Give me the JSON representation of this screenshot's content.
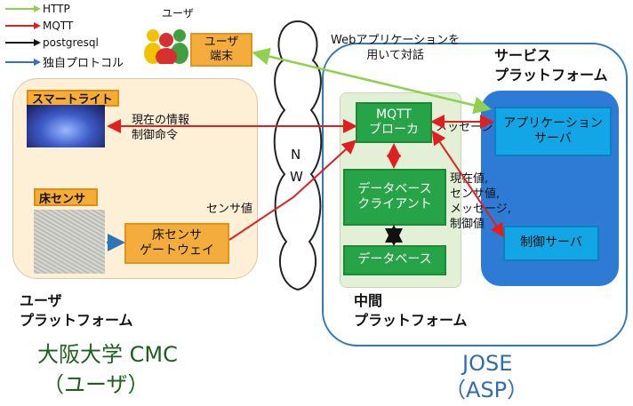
{
  "legend": [
    {
      "label": "HTTP",
      "color": "#8fd14f"
    },
    {
      "label": "MQTT",
      "color": "#e02020"
    },
    {
      "label": "postgresql",
      "color": "#111111"
    },
    {
      "label": "独自プロトコル",
      "color": "#2e75b6"
    }
  ],
  "user": {
    "title": "ユーザ",
    "terminal": "ユーザ\n端末"
  },
  "network": {
    "line1": "N",
    "line2": "W"
  },
  "web_dialog": "Webアプリケーションを\n用いて対話",
  "user_platform": {
    "smart_light": "スマートライト",
    "floor_sensor": "床センサ",
    "gateway": "床センサ\nゲートウェイ",
    "title": "ユーザ\nプラットフォーム",
    "org": "大阪大学 CMC",
    "org_role": "（ユーザ）"
  },
  "labels": {
    "status_command": "現在の情報\n制御命令",
    "sensor_value": "センサ値",
    "message": "メッセージ",
    "values": "現在値,\nセンサ値,\nメッセージ,\n制御値"
  },
  "middle_platform": {
    "broker": "MQTT\nブローカ",
    "db_client": "データベース\nクライアント",
    "database": "データベース",
    "title": "中間\nプラットフォーム"
  },
  "service_platform": {
    "title": "サービス\nプラットフォーム",
    "app_server": "アプリケーション\nサーバ",
    "control_server": "制御サーバ"
  },
  "jose": {
    "name": "JOSE",
    "role": "（ASP）"
  },
  "colors": {
    "http": "#8fd14f",
    "mqtt": "#e02020",
    "postgresql": "#111111",
    "proprietary": "#2e75b6"
  }
}
